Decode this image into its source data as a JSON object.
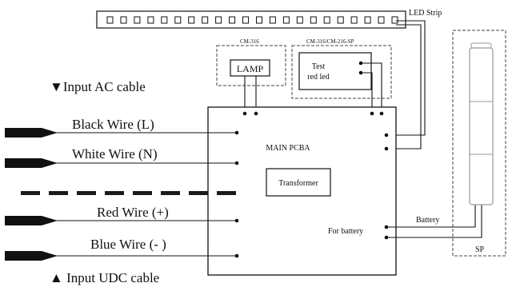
{
  "led_strip": {
    "label": "LED Strip",
    "segment_count": 22
  },
  "lamp_box": {
    "title": "CM-316",
    "label": "LAMP"
  },
  "test_box": {
    "title": "CM-316/CM-216-SP",
    "label_line1": "Test",
    "label_line2": "red led"
  },
  "main_board": {
    "label": "MAIN PCBA",
    "transformer": "Transformer",
    "battery_label": "For battery"
  },
  "ac_section": {
    "heading": "▼Input AC cable",
    "wire_1": "Black Wire (L)",
    "wire_2": "White Wire (N)"
  },
  "dc_section": {
    "heading": "▲ Input UDC cable",
    "wire_1": "Red Wire (+)",
    "wire_2": "Blue Wire (- )"
  },
  "signal_pole": {
    "battery_label": "Battery",
    "label": "SP"
  },
  "colors": {
    "line": "#111111",
    "dash": "#1a1a1a",
    "pole": "#9a9a9a"
  }
}
